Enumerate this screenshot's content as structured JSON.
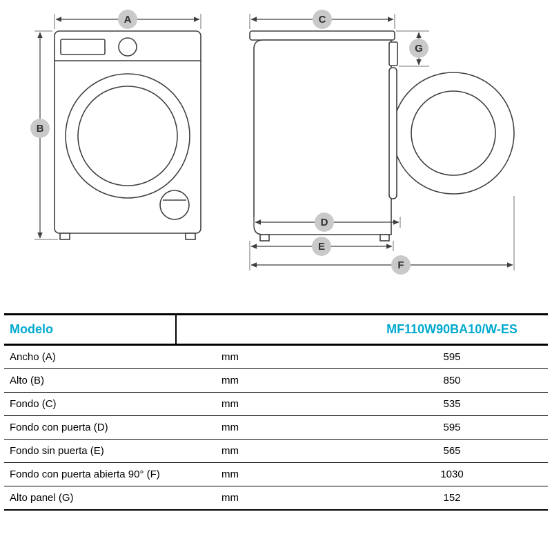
{
  "theme": {
    "accent_color": "#00a9ce"
  },
  "diagram": {
    "dim_labels": {
      "a": "A",
      "b": "B",
      "c": "C",
      "d": "D",
      "e": "E",
      "f": "F",
      "g": "G"
    }
  },
  "table": {
    "header": {
      "model_label": "Modelo",
      "model_value": "MF110W90BA10/W-ES"
    },
    "rows": [
      {
        "label": "Ancho (A)",
        "unit": "mm",
        "value": "595"
      },
      {
        "label": "Alto (B)",
        "unit": "mm",
        "value": "850"
      },
      {
        "label": "Fondo (C)",
        "unit": "mm",
        "value": "535"
      },
      {
        "label": "Fondo con puerta (D)",
        "unit": "mm",
        "value": "595"
      },
      {
        "label": "Fondo sin puerta (E)",
        "unit": "mm",
        "value": "565"
      },
      {
        "label": "Fondo con puerta abierta 90° (F)",
        "unit": "mm",
        "value": "1030"
      },
      {
        "label": "Alto panel (G)",
        "unit": "mm",
        "value": "152"
      }
    ]
  }
}
